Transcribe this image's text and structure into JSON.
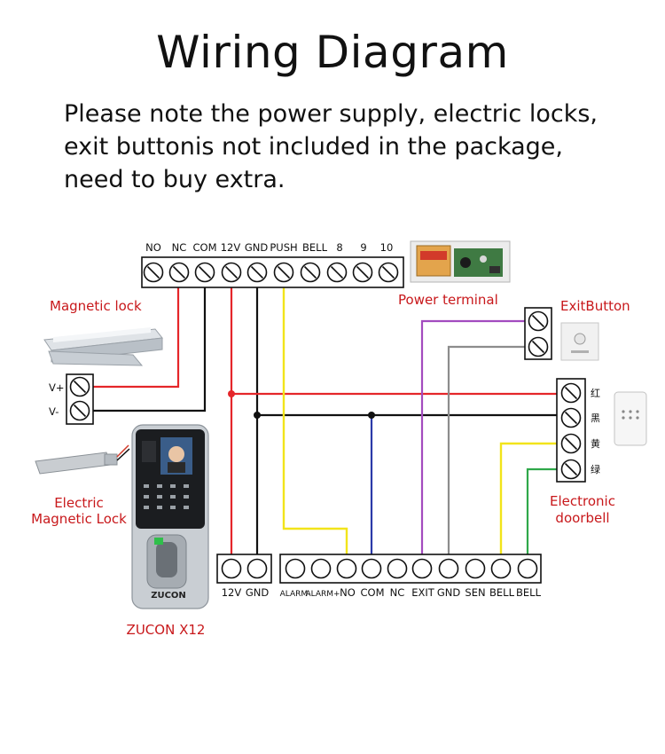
{
  "title": "Wiring Diagram",
  "note": {
    "line1": "Please note the power supply, electric locks,",
    "line2": "exit buttonis not included in the package,",
    "line3": "need to buy extra."
  },
  "power_terminal": {
    "label": "Power terminal",
    "terminals": [
      "NO",
      "NC",
      "COM",
      "12V",
      "GND",
      "PUSH",
      "BELL",
      "8",
      "9",
      "10"
    ]
  },
  "magnetic_lock": {
    "label": "Magnetic lock",
    "vplus": "V+",
    "vminus": "V-"
  },
  "electric_lock": {
    "label_line1": "Electric",
    "label_line2": "Magnetic Lock"
  },
  "exit_button": {
    "label": "ExitButton"
  },
  "doorbell": {
    "label_line1": "Electronic",
    "label_line2": "doorbell",
    "terminals": [
      "红",
      "黑",
      "黄",
      "绿"
    ]
  },
  "device": {
    "label": "ZUCON X12",
    "brand": "ZUCON",
    "power_terminals": [
      "12V",
      "GND"
    ],
    "terminals": [
      "ALARM-",
      "ALARM+",
      "NO",
      "COM",
      "NC",
      "EXIT",
      "GND",
      "SEN",
      "BELL",
      "BELL"
    ]
  },
  "colors": {
    "red": "#e5262a",
    "black": "#111111",
    "yellow": "#f2e41a",
    "blue": "#2b3aa8",
    "purple": "#a34bbf",
    "gray": "#8c8c8c",
    "green": "#2fa84a",
    "label_red": "#c8181b"
  }
}
